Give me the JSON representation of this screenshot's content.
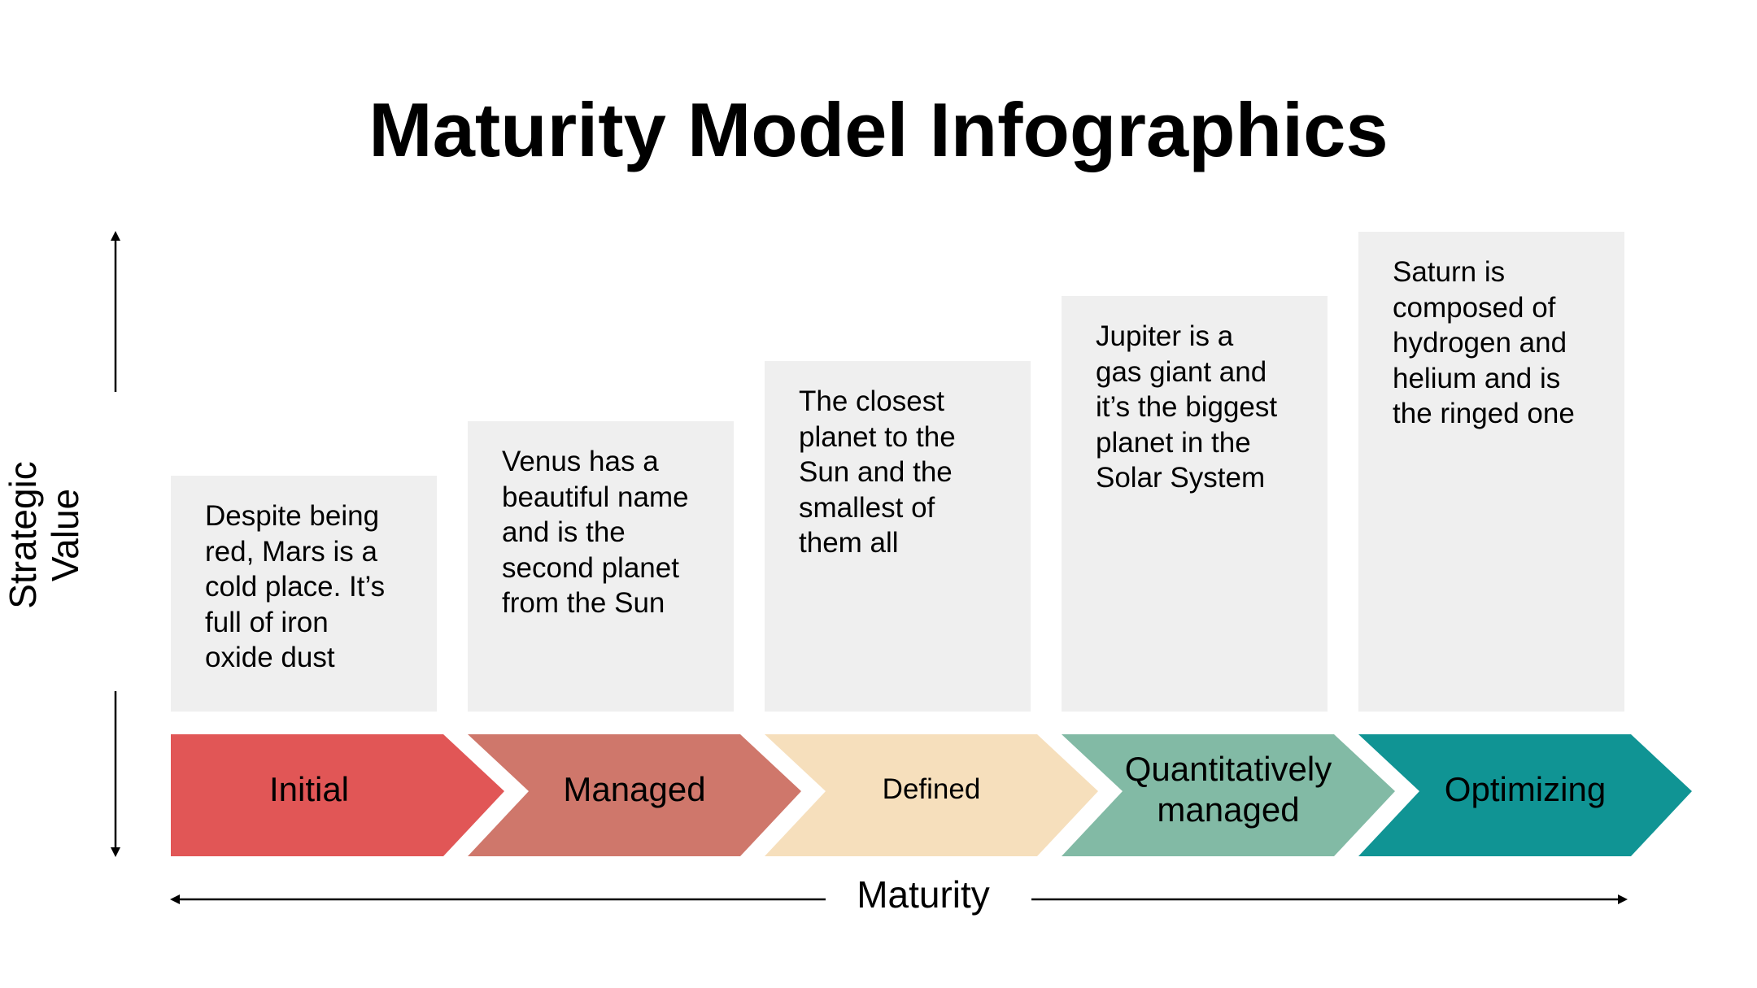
{
  "title": "Maturity Model Infographics",
  "axes": {
    "vertical_label": "Strategic\nValue",
    "horizontal_label": "Maturity"
  },
  "stages": [
    {
      "label": "Initial",
      "description": "Despite being\nred, Mars is a\ncold place. It’s\nfull of iron\noxide dust",
      "color": "#e15656"
    },
    {
      "label": "Managed",
      "description": "Venus has a\nbeautiful name\nand is the\nsecond planet\nfrom the Sun",
      "color": "#cf776b"
    },
    {
      "label": "Defined",
      "description": "The closest\nplanet to the\nSun and the\nsmallest of\nthem all",
      "color": "#f6dfbc"
    },
    {
      "label": "Quantitatively\nmanaged",
      "description": "Jupiter is a\ngas giant and\nit’s the biggest\nplanet in the\nSolar System",
      "color": "#82baa5"
    },
    {
      "label": "Optimizing",
      "description": "Saturn is\ncomposed of\nhydrogen and\nhelium and is\nthe ringed one",
      "color": "#109494"
    }
  ]
}
